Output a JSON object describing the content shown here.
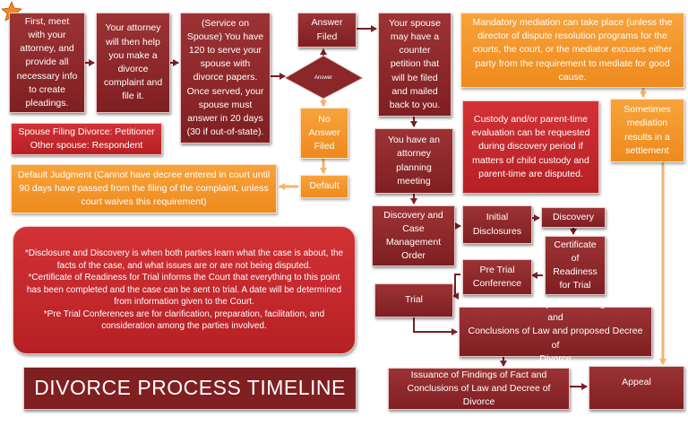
{
  "title": "DIVORCE PROCESS TIMELINE",
  "nodes": {
    "first_meet": "First, meet\nwith your\nattorney, and\nprovide all\nnecessary info\nto create\npleadings.",
    "attorney_help": "Your attorney\nwill then help\nyou make a\ndivorce\ncomplaint and\nfile it.",
    "service": "(Service on\nSpouse) You have\n120 to serve your\nspouse with\ndivorce papers.\nOnce served, your\nspouse must\nanswer in 20 days\n(30 if out-of-state).",
    "answer_filed": "Answer\nFiled",
    "answer_decision": "Answer",
    "no_answer": "No\nAnswer\nFiled",
    "counter_petition": "Your spouse\nmay have a\ncounter\npetition that\nwill be filed\nand mailed\nback to you.",
    "mediation": "Mandatory mediation can take place (unless the\ndirector of dispute resolution programs for the\ncourts, the court, or the mediator excuses either\nparty from the requirement to mediate for good\ncause.",
    "settlement": "Sometimes\nmediation\nresults in a\nsettlement",
    "custody_eval": "Custody and/or parent-time\nevaluation can be requested\nduring discovery period if\nmatters of child custody and\nparent-time are disputed.",
    "planning_meeting": "You have an\nattorney\nplanning\nmeeting",
    "petitioner": "Spouse Filing Divorce: Petitioner\nOther spouse: Respondent",
    "default_judgment": "Default Judgment (Cannot have decree entered in court until\n90 days have passed from the filing of the complaint, unless\ncourt waives this requirement)",
    "default": "Default",
    "discovery_order": "Discovery and\nCase\nManagement\nOrder",
    "initial_disclosures": "Initial\nDisclosures",
    "discovery": "Discovery",
    "certificate": "Certificate\nof\nReadiness\nfor Trial",
    "pretrial": "Pre Trial\nConference",
    "trial": "Trial",
    "proposed_findings": "Submission of Proposed Findings of Fact and\nConclusions of Law and proposed Decree of\nDivorce",
    "issuance": "Issuance of Findings of Fact and\nConclusions of Law and Decree of Divorce",
    "appeal": "Appeal",
    "notes": "*Disclosure and Discovery is when both parties learn what the case is about, the\nfacts of the case, and what issues are or are not being disputed.\n*Certificate of Readiness for Trial informs the Court that everything to this point\nhas been completed and the case can be sent to trial.  A date will be determined\nfrom information given to the Court.\n*Pre Trial Conferences are for clarification, preparation, facilitation, and\nconsideration among the parties involved."
  },
  "colors": {
    "dark_red": "#8b2629",
    "bright_red": "#c9282c",
    "orange": "#f39a2d",
    "connector_orange": "#f5c38d",
    "star": "#f08a1f"
  }
}
